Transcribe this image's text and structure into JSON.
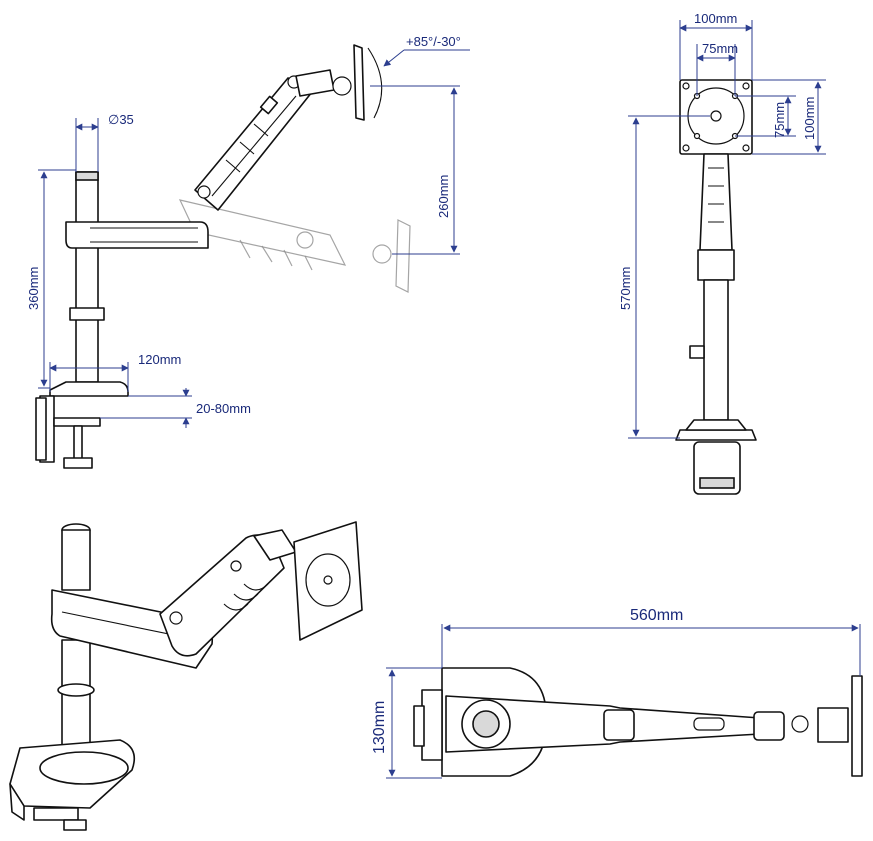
{
  "colors": {
    "dimension": "#2c3e8f",
    "outline": "#111111",
    "ghost": "#888888",
    "background": "#ffffff"
  },
  "side_view": {
    "pole_diameter": "∅35",
    "pole_height": "360mm",
    "base_depth": "120mm",
    "desk_thickness": "20-80mm",
    "lift_range": "260mm",
    "tilt_range": "+85°/-30°"
  },
  "front_view": {
    "vesa_outer_width": "100mm",
    "vesa_inner_width": "75mm",
    "vesa_inner_height": "75mm",
    "vesa_outer_height": "100mm",
    "max_height": "570mm"
  },
  "top_view": {
    "reach": "560mm",
    "depth": "130mm"
  }
}
